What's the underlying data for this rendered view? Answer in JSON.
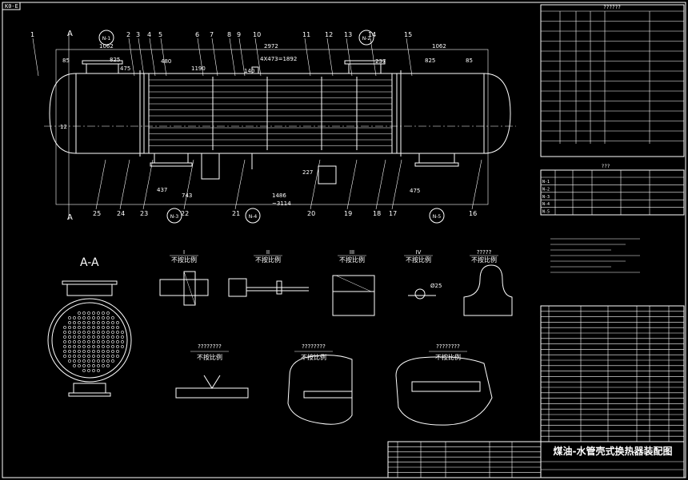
{
  "drawing": {
    "corner_code": "K0-E",
    "title": "煤油-水管壳式换热器装配图",
    "top_right_header": "??????",
    "nozzle_table_header": "???",
    "view_label": "A-A",
    "section_marker": "A"
  },
  "dimensions": {
    "d1062_left": "1062",
    "d825_left": "825",
    "d475_left": "475",
    "d480": "480",
    "d85_left": "85",
    "d1190": "1190",
    "d2972": "2972",
    "d4x473": "4X473=1892",
    "d140": "140",
    "d237": "237",
    "d1062_right": "1062",
    "d825_right": "825",
    "d85_right": "85",
    "d12": "12",
    "d437": "437",
    "d743": "743",
    "d1486": "1486",
    "d3114": "~3114",
    "d475_right": "475",
    "d227": "227"
  },
  "nozzles": [
    "N-1",
    "N-2",
    "N-3",
    "N-4",
    "N-5"
  ],
  "part_numbers_top": [
    "1",
    "2",
    "3",
    "4",
    "5",
    "6",
    "7",
    "8",
    "9",
    "10",
    "11",
    "12",
    "13",
    "14",
    "15"
  ],
  "part_numbers_bottom": [
    "25",
    "24",
    "23",
    "22",
    "21",
    "20",
    "19",
    "18",
    "17",
    "16"
  ],
  "details": [
    {
      "roman": "I",
      "scale": "不按比例"
    },
    {
      "roman": "II",
      "scale": "不按比例"
    },
    {
      "roman": "III",
      "scale": "不按比例"
    },
    {
      "roman": "IV",
      "scale": "不按比例"
    },
    {
      "roman": "?????",
      "scale": "不按比例"
    }
  ],
  "details_row2": [
    {
      "title": "????????",
      "scale": "不按比例"
    },
    {
      "title": "????????",
      "scale": "不按比例"
    },
    {
      "title": "????????",
      "scale": "不按比例"
    }
  ],
  "detail_dim_phi25": "Ø25",
  "right_tables": {
    "spec_rows": 14,
    "nozzle_rows": [
      "N-1",
      "N-2",
      "N-3",
      "N-4",
      "N-5"
    ],
    "bom_rows": 25
  }
}
